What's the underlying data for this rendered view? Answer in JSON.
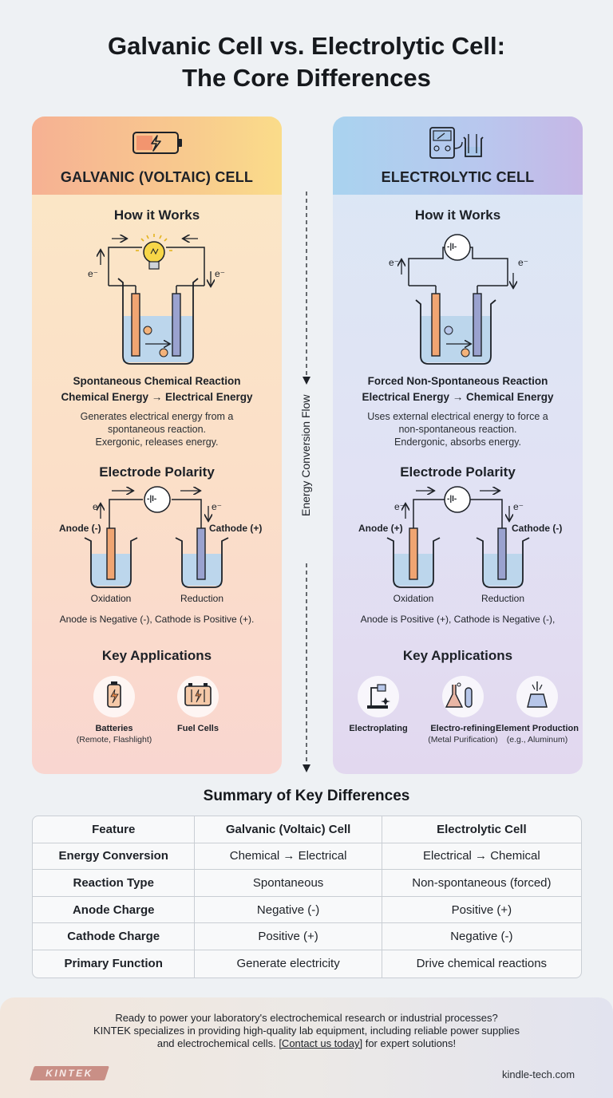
{
  "title_line1": "Galvanic Cell vs. Electrolytic Cell:",
  "title_line2": "The Core Differences",
  "flow_label": "Energy Conversion Flow",
  "galvanic": {
    "header": "GALVANIC (VOLTAIC) CELL",
    "how_title": "How it Works",
    "reaction": "Spontaneous Chemical Reaction",
    "conversion": "Chemical Energy → Electrical Energy",
    "desc1": "Generates electrical energy from a",
    "desc2": "spontaneous reaction.",
    "desc3": "Exergonic, releases energy.",
    "polarity_title": "Electrode Polarity",
    "anode_label": "Anode (-)",
    "cathode_label": "Cathode (+)",
    "oxidation": "Oxidation",
    "reduction": "Reduction",
    "polarity_note": "Anode is Negative (-), Cathode is Positive (+).",
    "apps_title": "Key Applications",
    "apps": [
      {
        "name": "Batteries",
        "sub": "(Remote, Flashlight)"
      },
      {
        "name": "Fuel Cells",
        "sub": ""
      }
    ]
  },
  "electrolytic": {
    "header": "ELECTROLYTIC CELL",
    "how_title": "How it Works",
    "reaction": "Forced Non-Spontaneous Reaction",
    "conversion": "Electrical Energy → Chemical Energy",
    "desc1": "Uses external electrical energy to force a",
    "desc2": "non-spontaneous reaction.",
    "desc3": "Endergonic, absorbs energy.",
    "polarity_title": "Electrode Polarity",
    "anode_label": "Anode (+)",
    "cathode_label": "Cathode (-)",
    "oxidation": "Oxidation",
    "reduction": "Reduction",
    "polarity_note": "Anode is Positive (+), Cathode is Negative (-),",
    "apps_title": "Key Applications",
    "apps": [
      {
        "name": "Electroplating",
        "sub": ""
      },
      {
        "name": "Electro-refining",
        "sub": "(Metal Purification)"
      },
      {
        "name": "Element Production",
        "sub": "(e.g., Aluminum)"
      }
    ]
  },
  "diagram_labels": {
    "electron": "e⁻",
    "source_symbol": "-|I-"
  },
  "summary": {
    "title": "Summary of Key Differences",
    "headers": [
      "Feature",
      "Galvanic (Voltaic) Cell",
      "Electrolytic Cell"
    ],
    "rows": [
      [
        "Energy Conversion",
        "Chemical → Electrical",
        "Electrical → Chemical"
      ],
      [
        "Reaction Type",
        "Spontaneous",
        "Non-spontaneous (forced)"
      ],
      [
        "Anode Charge",
        "Negative (-)",
        "Positive (+)"
      ],
      [
        "Cathode Charge",
        "Positive (+)",
        "Negative (-)"
      ],
      [
        "Primary Function",
        "Generate electricity",
        "Drive chemical reactions"
      ]
    ]
  },
  "footer": {
    "line1": "Ready to power your laboratory's electrochemical research or industrial processes?",
    "line2": "KINTEK specializes in providing high-quality lab equipment, including reliable power supplies",
    "line3_pre": "and electrochemical cells. ",
    "line3_link": "[Contact us today]",
    "line3_post": " for expert solutions!",
    "logo": "KINTEK",
    "site": "kindle-tech.com"
  },
  "colors": {
    "anode_electrode": "#f0a572",
    "cathode_electrode": "#9aa2cf",
    "electrolyte": "#bcd6ec",
    "bulb": "#f7d648"
  }
}
